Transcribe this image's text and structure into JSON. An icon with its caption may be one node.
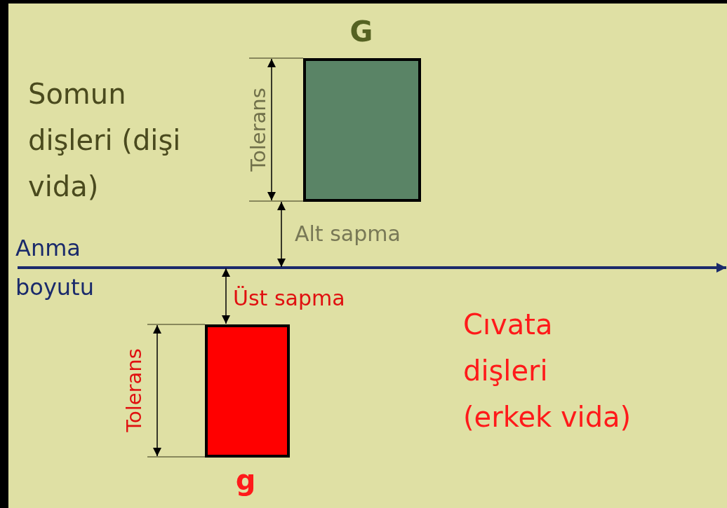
{
  "diagram": {
    "nodes": [
      {
        "text": [
          "G"
        ]
      },
      {
        "text": [
          "g"
        ]
      }
    ],
    "labels": [
      "Somun dişleri (dişi vida)",
      "Tolerans",
      "Alt sapma",
      "Anma boyutu",
      "Üst sapma",
      "Tolerans",
      "Cıvata dişleri (erkek vida)"
    ]
  }
}
